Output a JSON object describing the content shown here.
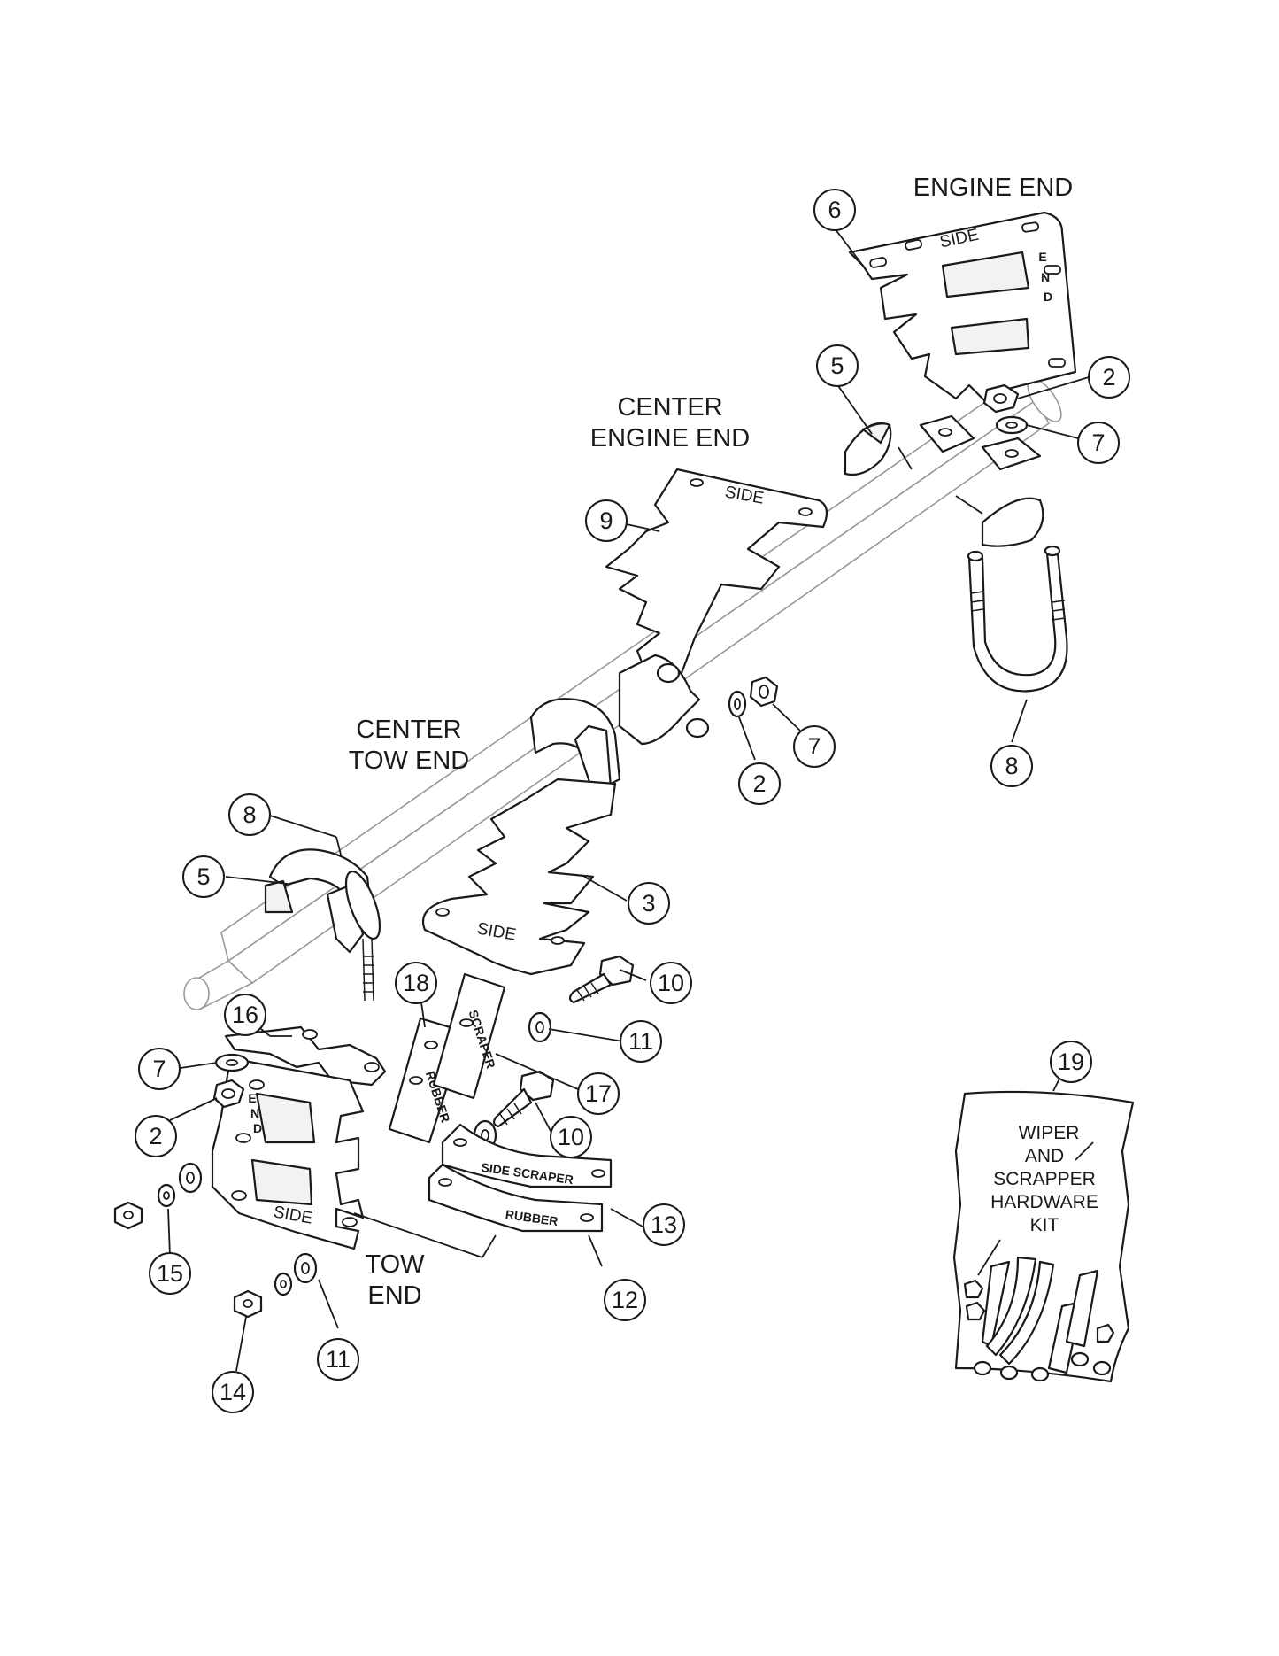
{
  "headings": {
    "engine_end": "ENGINE END",
    "center_engine_end": [
      "CENTER",
      "ENGINE END"
    ],
    "center_tow_end": [
      "CENTER",
      "TOW END"
    ],
    "tow_end": [
      "TOW",
      "END"
    ]
  },
  "stamps": {
    "side": "SIDE",
    "end": "END",
    "rubber": "RUBBER",
    "scraper": "SCRAPER",
    "side_scraper": "SIDE SCRAPER"
  },
  "kit": {
    "callout": "19",
    "lines": [
      "WIPER",
      "AND",
      "SCRAPPER",
      "HARDWARE",
      "KIT"
    ]
  },
  "callouts": {
    "c6": "6",
    "c5a": "5",
    "c2a": "2",
    "c7a": "7",
    "c9": "9",
    "c8a": "8",
    "c7b": "7",
    "c2b": "2",
    "c8b": "8",
    "c5b": "5",
    "c3": "3",
    "c10a": "10",
    "c11a": "11",
    "c16": "16",
    "c18": "18",
    "c7c": "7",
    "c2c": "2",
    "c17": "17",
    "c10b": "10",
    "c13": "13",
    "c15": "15",
    "c12": "12",
    "c11b": "11",
    "c14": "14"
  }
}
